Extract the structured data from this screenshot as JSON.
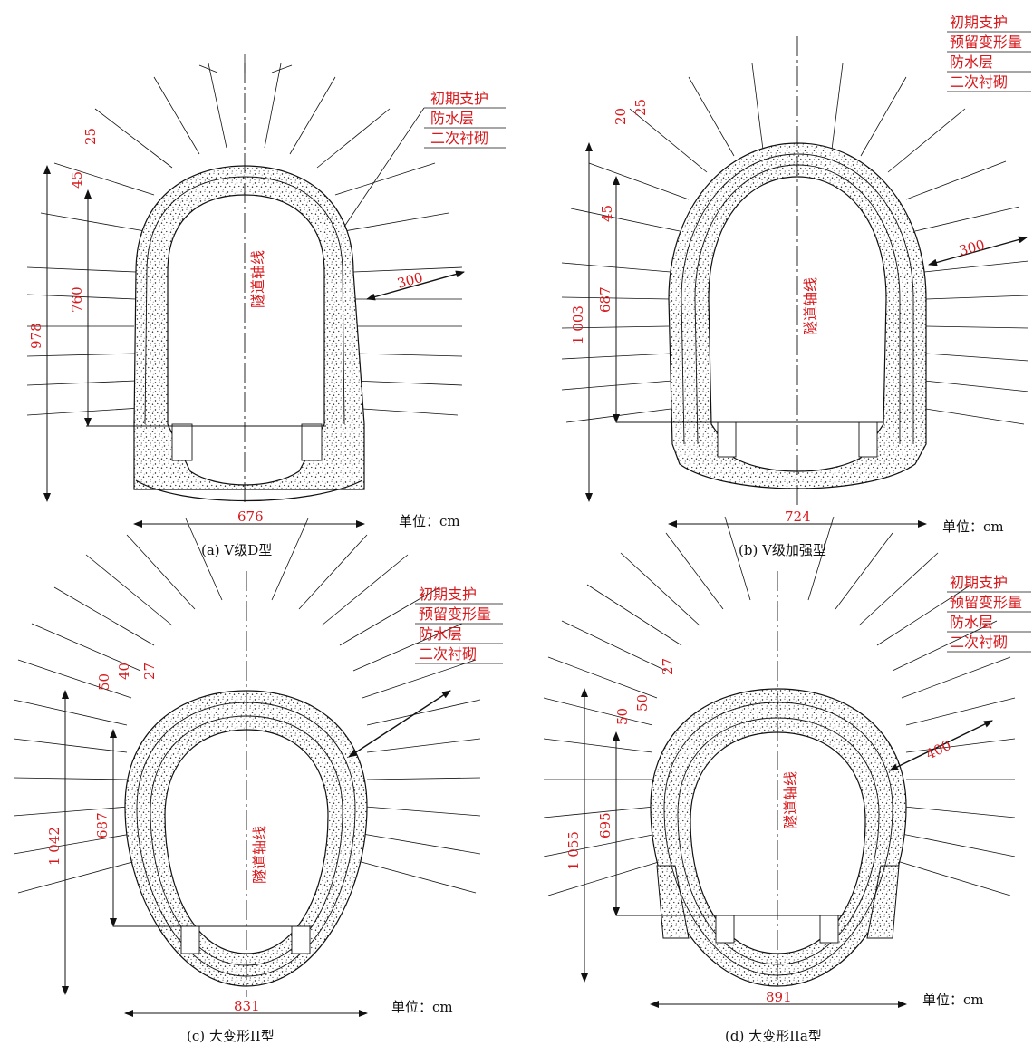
{
  "colors": {
    "annotation": "#d7191c",
    "line": "#111111",
    "concrete": "#ffffff"
  },
  "panels": [
    {
      "id": "a",
      "caption": "(a) V级D型",
      "unit": "单位：cm",
      "axis_label": "隧道轴线",
      "layer_labels": [
        "初期支护",
        "防水层",
        "二次衬砌"
      ],
      "dims": {
        "width": "676",
        "height_total": "978",
        "height_inner": "760",
        "t1": "45",
        "t2": "25",
        "rock_bolt": "300"
      }
    },
    {
      "id": "b",
      "caption": "(b) V级加强型",
      "unit": "单位：cm",
      "axis_label": "隧道轴线",
      "layer_labels": [
        "初期支护",
        "预留变形量",
        "防水层",
        "二次衬砌"
      ],
      "dims": {
        "width": "724",
        "height_total": "1 003",
        "height_inner": "687",
        "t1": "45",
        "t2": "20",
        "t3": "25",
        "rock_bolt": "300"
      }
    },
    {
      "id": "c",
      "caption": "(c) 大变形II型",
      "unit": "单位：cm",
      "axis_label": "隧道轴线",
      "layer_labels": [
        "初期支护",
        "预留变形量",
        "防水层",
        "二次衬砌"
      ],
      "dims": {
        "width": "831",
        "height_total": "1 042",
        "height_inner": "687",
        "t1": "50",
        "t2": "40",
        "t3": "27"
      }
    },
    {
      "id": "d",
      "caption": "(d) 大变形IIa型",
      "unit": "单位：cm",
      "axis_label": "隧道轴线",
      "layer_labels": [
        "初期支护",
        "预留变形量",
        "防水层",
        "二次衬砌"
      ],
      "dims": {
        "width": "891",
        "height_total": "1 055",
        "height_inner": "695",
        "t1": "50",
        "t2": "50",
        "t3": "27",
        "rock_bolt": "400"
      }
    }
  ]
}
